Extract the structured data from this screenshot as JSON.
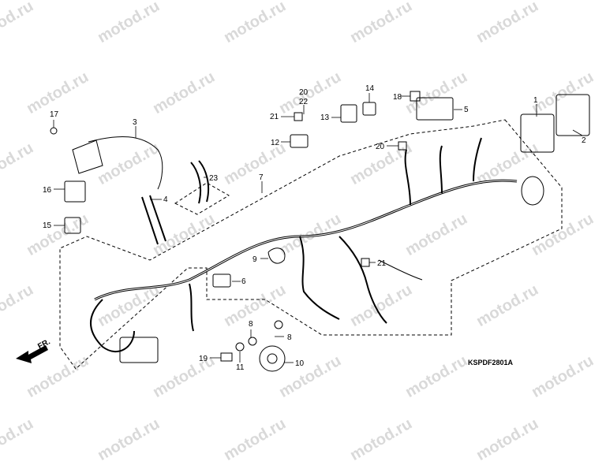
{
  "watermark": "motod.ru",
  "diagram_code": "KSPDF2801A",
  "front_label": "FR.",
  "callouts": [
    "1",
    "2",
    "3",
    "4",
    "5",
    "6",
    "7",
    "8",
    "8",
    "9",
    "10",
    "11",
    "12",
    "13",
    "14",
    "15",
    "16",
    "17",
    "18",
    "19",
    "20",
    "20",
    "21",
    "21",
    "22",
    "23"
  ]
}
